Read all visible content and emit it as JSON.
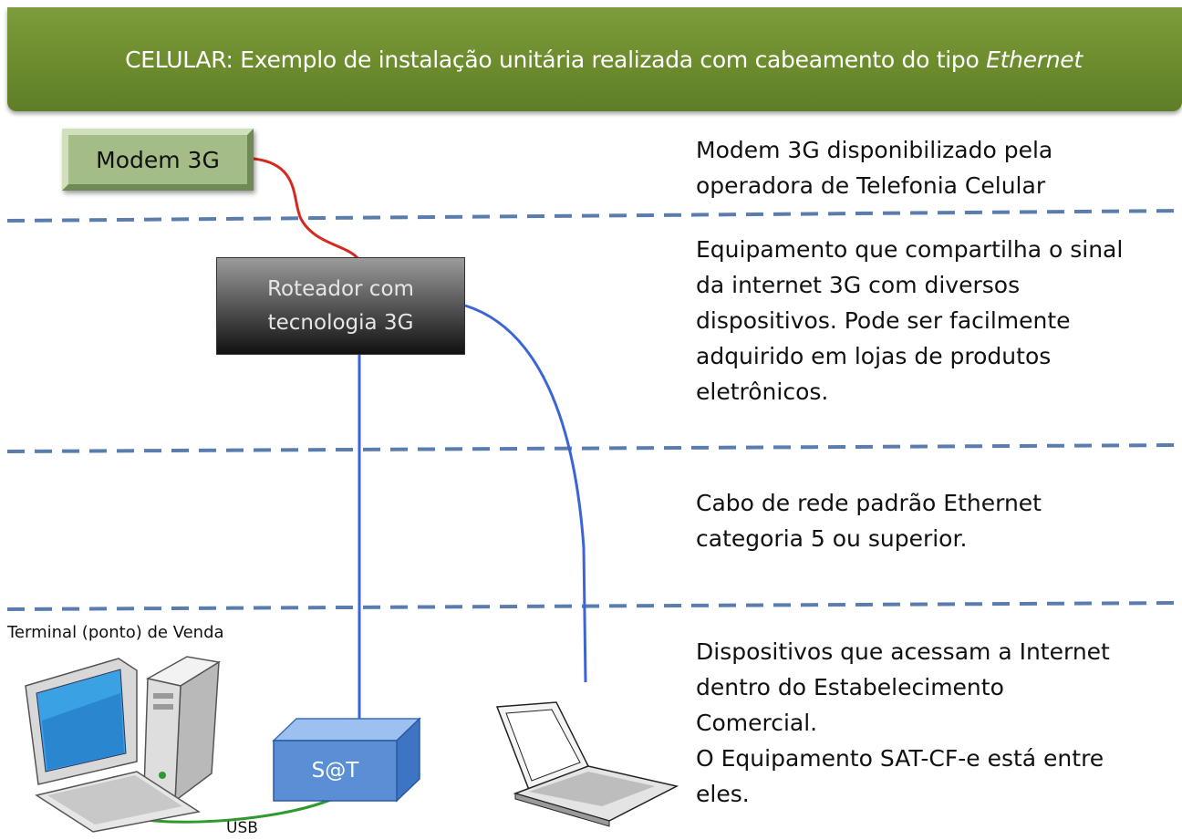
{
  "banner": {
    "title_prefix": "CELULAR: Exemplo de instalação unitária realizada com cabeamento do tipo ",
    "title_emphasis": "Ethernet"
  },
  "nodes": {
    "modem": "Modem 3G",
    "router_line1": "Roteador com",
    "router_line2": "tecnologia 3G",
    "sat": "S@T",
    "terminal_label": "Terminal (ponto) de Venda",
    "usb_label": "USB"
  },
  "descriptions": {
    "modem": [
      "Modem 3G disponibilizado pela",
      "operadora de Telefonia Celular"
    ],
    "router": [
      "Equipamento que compartilha o sinal",
      "da internet 3G com diversos",
      "dispositivos. Pode ser facilmente",
      "adquirido em lojas de produtos",
      "eletrônicos."
    ],
    "cable": [
      "Cabo de rede padrão Ethernet",
      "categoria 5 ou superior."
    ],
    "devices": [
      "Dispositivos que acessam a Internet",
      "dentro do Estabelecimento",
      "Comercial.",
      "O Equipamento SAT-CF-e está entre",
      "eles."
    ]
  },
  "colors": {
    "banner": "#6a8a2c",
    "modem_fill": "#a4bd86",
    "link_modem_router": "#d42a1f",
    "link_ethernet": "#3b64d8",
    "link_usb": "#2e9a2e",
    "divider": "#5b7dae",
    "sat_fill": "#5a8fd6"
  }
}
